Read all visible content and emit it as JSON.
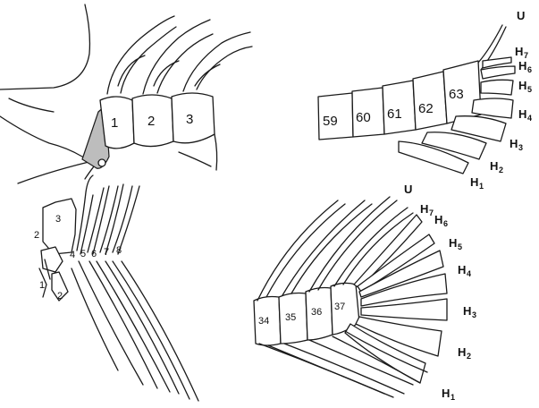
{
  "panel_a": {
    "vertebra_labels": [
      "1",
      "2",
      "3"
    ]
  },
  "panel_b": {
    "vertebra_labels": [
      "59",
      "60",
      "61",
      "62",
      "63"
    ],
    "hypural_letter": "H",
    "hypural_subs": [
      "1",
      "2",
      "3",
      "4",
      "5",
      "6",
      "7"
    ],
    "urostyle_label": "U"
  },
  "panel_c": {
    "labels": [
      "3",
      "2",
      "2",
      "1",
      "4",
      "5",
      "6",
      "7",
      "8"
    ]
  },
  "panel_d": {
    "vertebra_labels": [
      "34",
      "35",
      "36",
      "37"
    ],
    "hypural_letter": "H",
    "hypural_subs": [
      "1",
      "2",
      "3",
      "4",
      "5",
      "6",
      "7"
    ],
    "urostyle_label": "U"
  }
}
